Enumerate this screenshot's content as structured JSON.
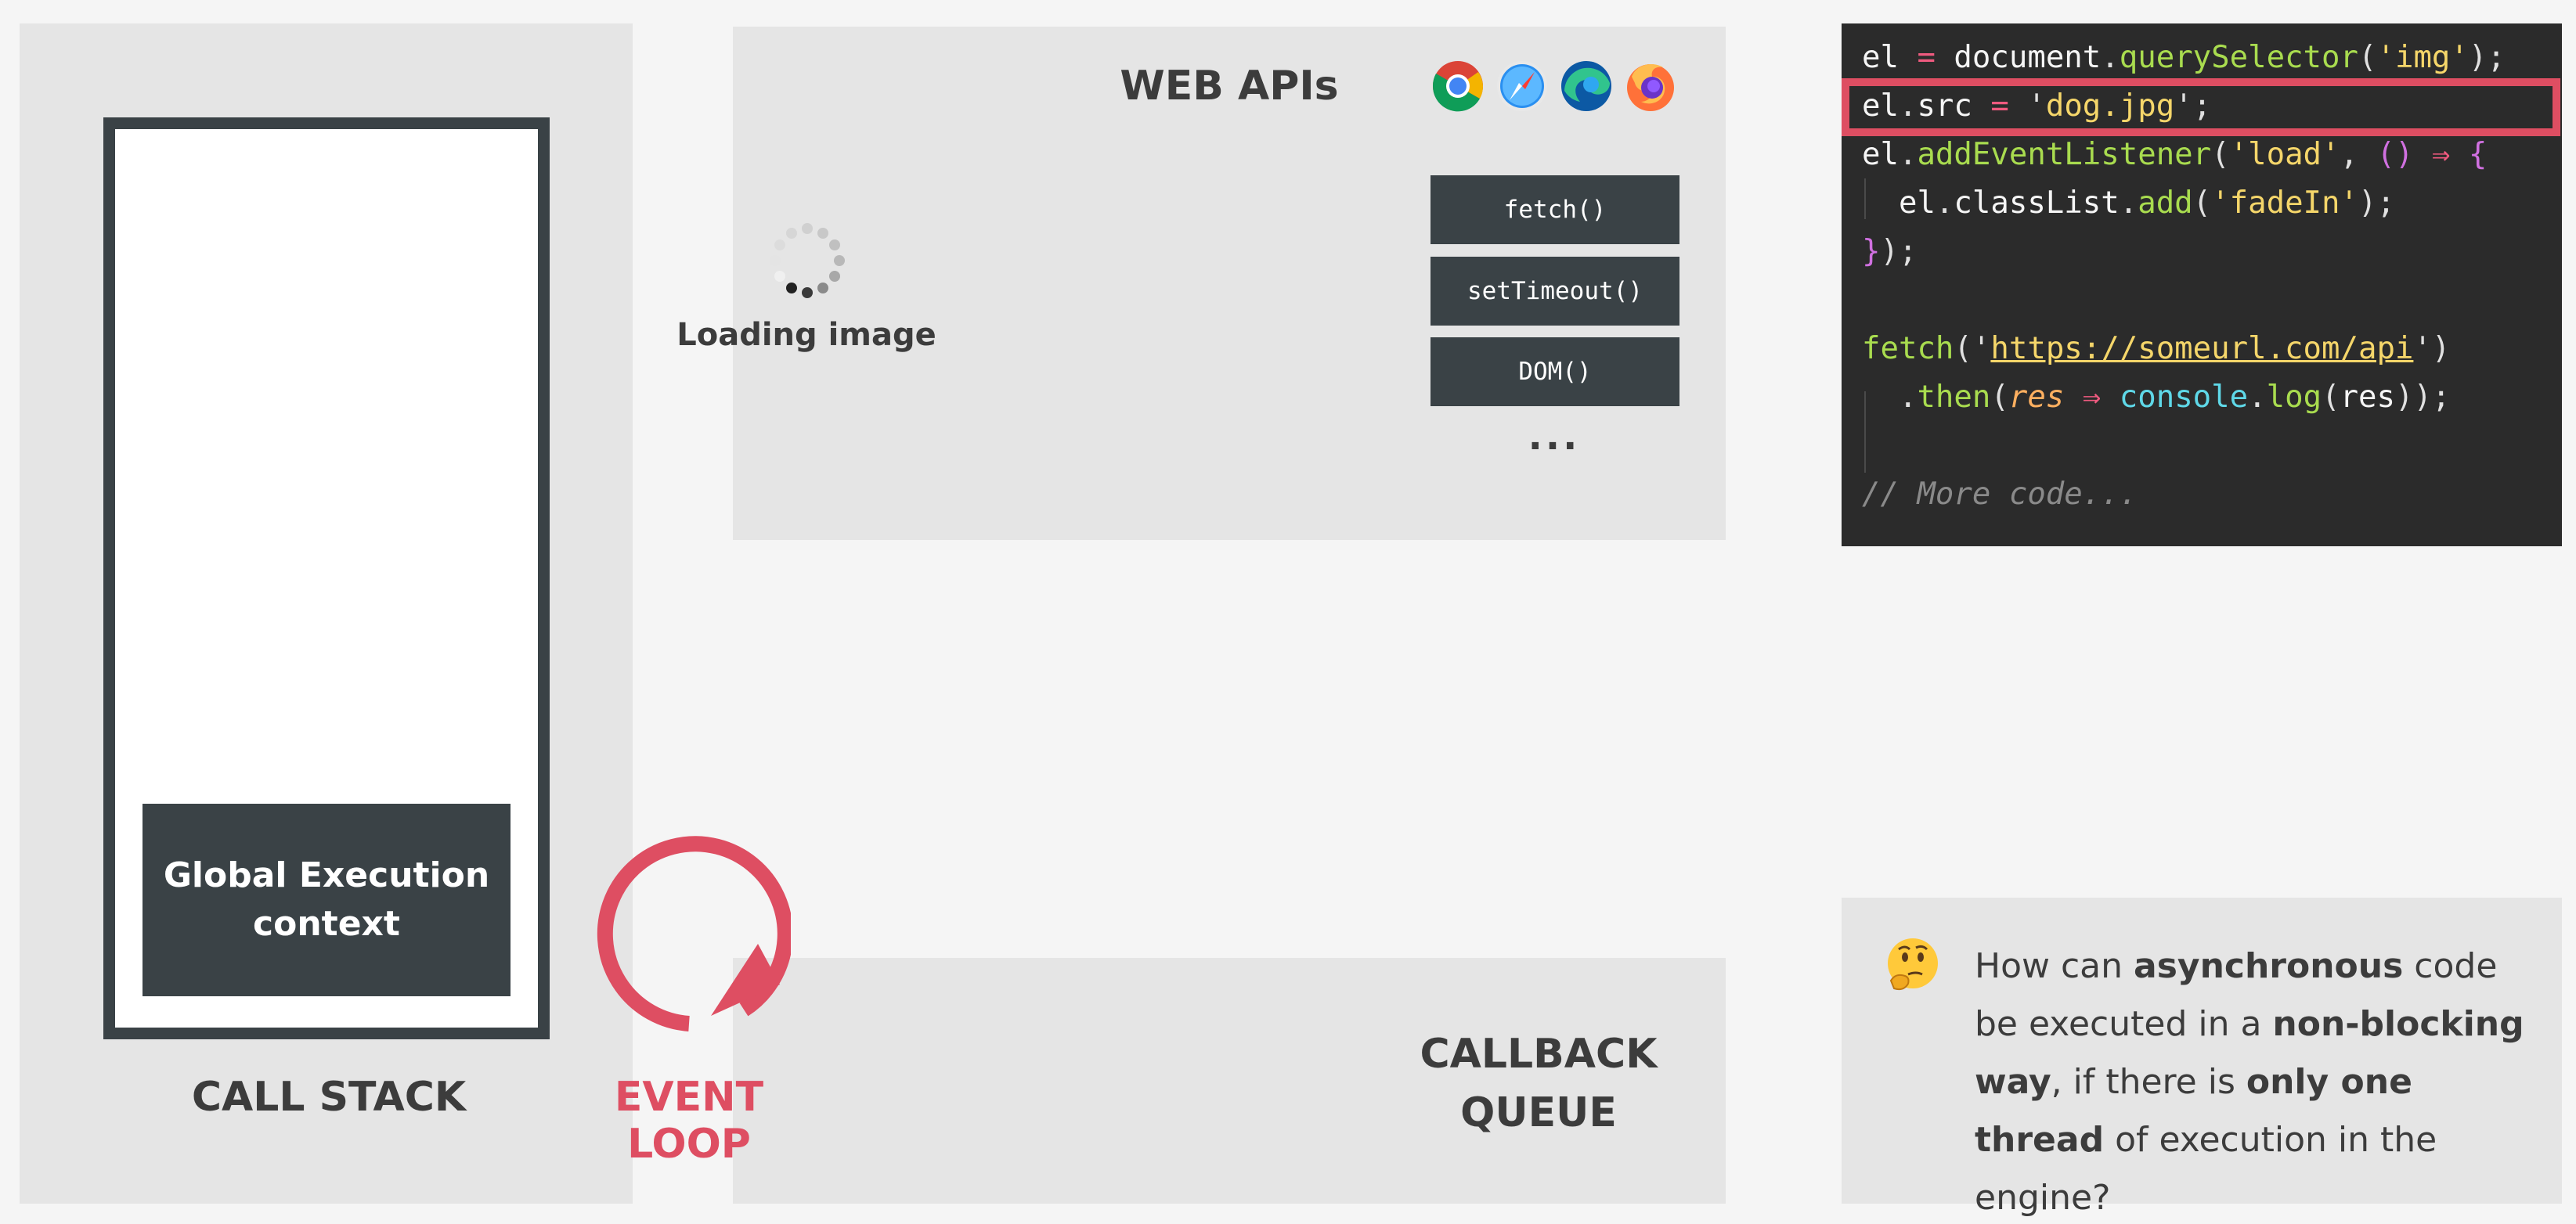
{
  "diagram": {
    "call_stack": {
      "label": "CALL STACK",
      "frame": "Global Execution context"
    },
    "event_loop": {
      "label": "EVENT LOOP",
      "color": "#de4e62"
    },
    "web_apis": {
      "label": "WEB APIs",
      "browsers": [
        "chrome-icon",
        "safari-icon",
        "edge-icon",
        "firefox-icon"
      ],
      "apis": [
        "fetch()",
        "setTimeout()",
        "DOM()"
      ],
      "more": "...",
      "loading": "Loading image"
    },
    "callback_queue": {
      "label_line1": "CALLBACK",
      "label_line2": "QUEUE"
    }
  },
  "code": {
    "highlighted_line": 2,
    "highlight_color": "#de4e62",
    "lines": [
      "el = document.querySelector('img');",
      "el.src = 'dog.jpg';",
      "el.addEventListener('load', () ⇒ {",
      "  el.classList.add('fadeIn');",
      "});",
      "",
      "fetch('https://someurl.com/api')",
      "  .then(res ⇒ console.log(res));",
      "",
      "// More code..."
    ],
    "tokens": {
      "l1": [
        "el",
        " = ",
        "document",
        ".",
        "querySelector",
        "(",
        "'img'",
        ");"
      ],
      "l2": [
        "el",
        ".",
        "src",
        " = ",
        "'",
        "dog.jpg",
        "'",
        ";"
      ],
      "l3": [
        "el",
        ".",
        "addEventListener",
        "(",
        "'load'",
        ", ",
        "()",
        " ⇒ ",
        "{"
      ],
      "l4": [
        "  el",
        ".",
        "classList",
        ".",
        "add",
        "(",
        "'fadeIn'",
        ");"
      ],
      "l5": [
        "}",
        ");"
      ],
      "l7": [
        "fetch",
        "('",
        "https://someurl.com/api",
        "')"
      ],
      "l8": [
        "  .",
        "then",
        "(",
        "res",
        " ⇒ ",
        "console",
        ".",
        "log",
        "(",
        "res",
        ")",
        ");"
      ],
      "l10": [
        "// More code..."
      ]
    }
  },
  "question": {
    "emoji": "thinking-face-icon",
    "parts": [
      "How can ",
      "asynchronous",
      " code be executed in a ",
      "non-blocking way",
      ", if there is ",
      "only one thread",
      " of execution in the engine?"
    ]
  }
}
